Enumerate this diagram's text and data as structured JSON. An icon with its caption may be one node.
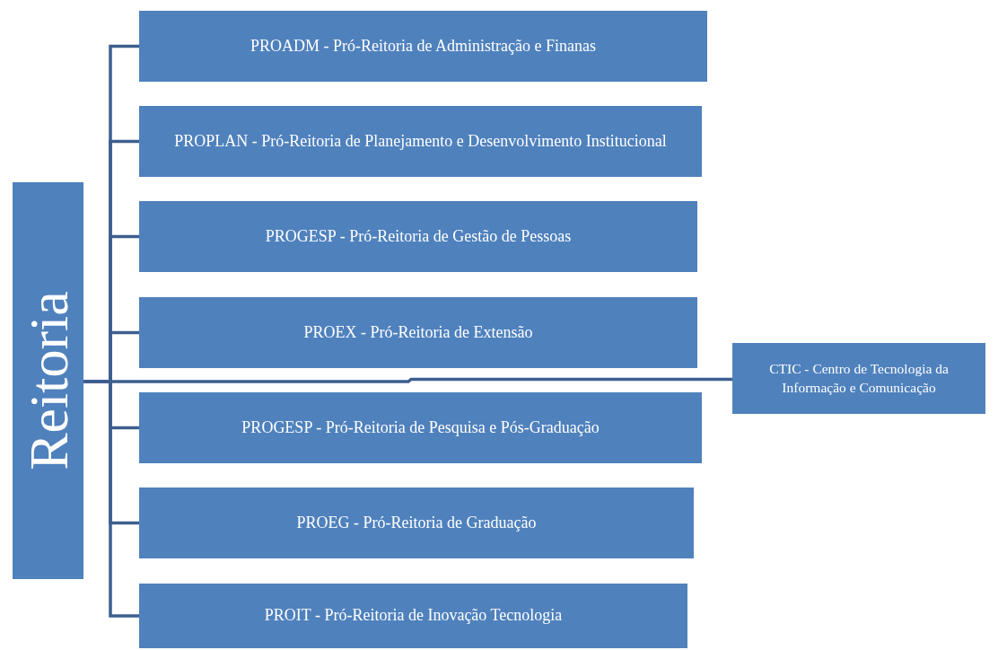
{
  "diagram": {
    "nodes": [
      {
        "text": [
          "Reitoria"
        ]
      },
      {
        "text": [
          "PROADM - Pró-Reitoria de Administração e Finanas"
        ]
      },
      {
        "text": [
          "PROPLAN - Pró-Reitoria de Planejamento e Desenvolvimento Institucional"
        ]
      },
      {
        "text": [
          "PROGESP - Pró-Reitoria de Gestão de Pessoas"
        ]
      },
      {
        "text": [
          "PROEX - Pró-Reitoria de Extensão"
        ]
      },
      {
        "text": [
          "PROGESP - Pró-Reitoria de Pesquisa e Pós-Graduação"
        ]
      },
      {
        "text": [
          "PROEG - Pró-Reitoria de Graduação"
        ]
      },
      {
        "text": [
          "PROIT - Pró-Reitoria de Inovação Tecnologia"
        ]
      },
      {
        "text": [
          "CTIC - Centro de Tecnologia da Informação e Comunicação"
        ]
      }
    ],
    "edges": [
      {
        "from": 0,
        "to": 1,
        "arrow": "none"
      },
      {
        "from": 0,
        "to": 2,
        "arrow": "none"
      },
      {
        "from": 0,
        "to": 3,
        "arrow": "none"
      },
      {
        "from": 0,
        "to": 4,
        "arrow": "none"
      },
      {
        "from": 0,
        "to": 5,
        "arrow": "none"
      },
      {
        "from": 0,
        "to": 6,
        "arrow": "none"
      },
      {
        "from": 0,
        "to": 7,
        "arrow": "none"
      },
      {
        "from": 0,
        "to": 8,
        "arrow": "none"
      }
    ]
  }
}
